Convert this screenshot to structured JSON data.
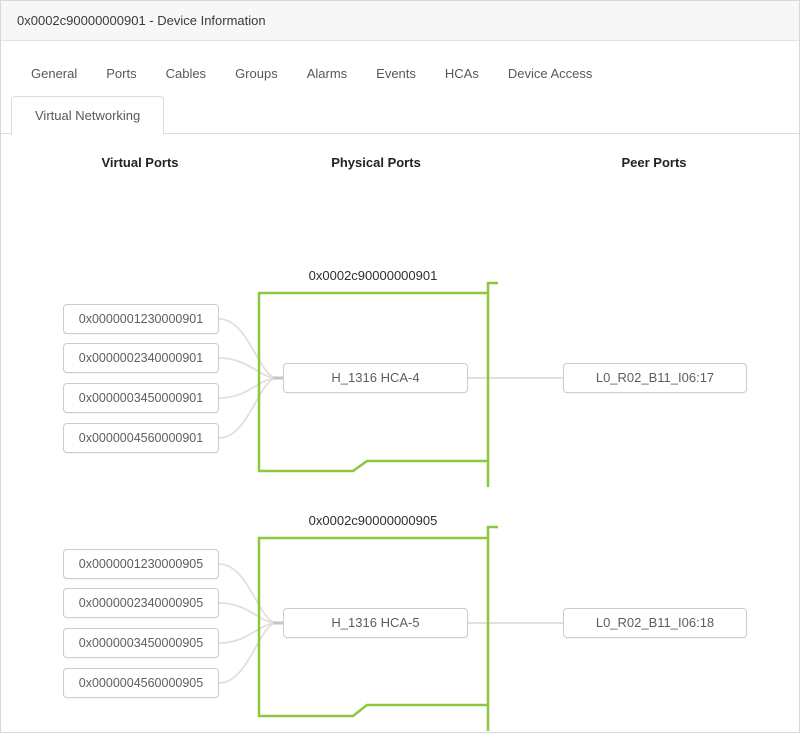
{
  "window": {
    "title": "0x0002c90000000901 - Device Information"
  },
  "tabs": [
    "General",
    "Ports",
    "Cables",
    "Groups",
    "Alarms",
    "Events",
    "HCAs",
    "Device Access"
  ],
  "subtab": "Virtual Networking",
  "columns": [
    "Virtual Ports",
    "Physical Ports",
    "Peer Ports"
  ],
  "colors": {
    "green": "#8dc63f",
    "connector": "#e0e0e0",
    "stub": "#c6c6c6"
  },
  "groups": [
    {
      "label": "0x0002c90000000901",
      "virtual_ports": [
        "0x0000001230000901",
        "0x0000002340000901",
        "0x0000003450000901",
        "0x0000004560000901"
      ],
      "physical_port": "H_1316 HCA-4",
      "peer_port": "L0_R02_B11_I06:17"
    },
    {
      "label": "0x0002c90000000905",
      "virtual_ports": [
        "0x0000001230000905",
        "0x0000002340000905",
        "0x0000003450000905",
        "0x0000004560000905"
      ],
      "physical_port": "H_1316 HCA-5",
      "peer_port": "L0_R02_B11_I06:18"
    }
  ]
}
